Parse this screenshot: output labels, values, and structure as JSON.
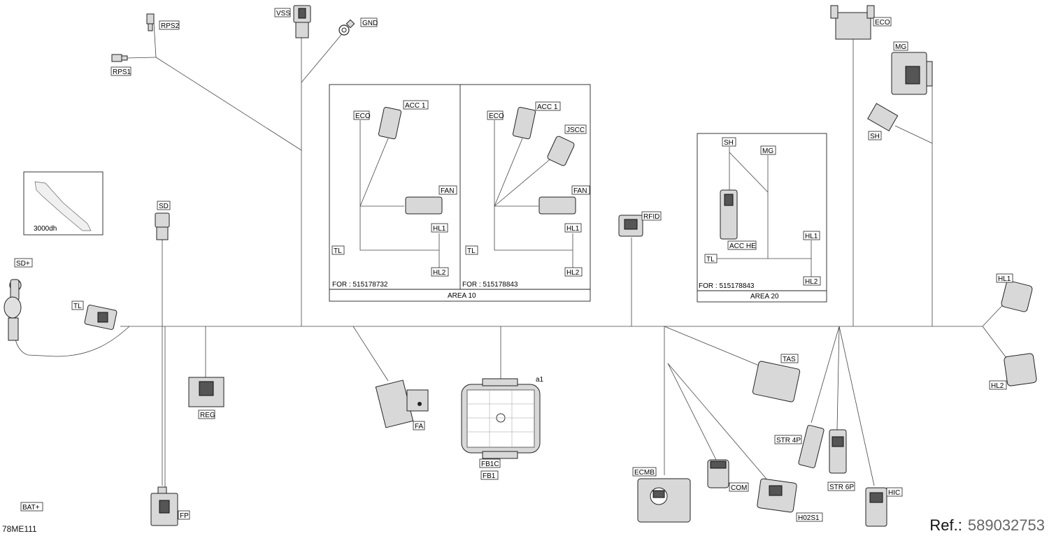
{
  "labels": {
    "rps2": "RPS2",
    "rps1": "RPS1",
    "vss": "VSS",
    "gnd": "GND",
    "eco_top": "ECO",
    "mg_top": "MG",
    "sh_right": "SH",
    "thumb": "3000dh",
    "sd": "SD",
    "sd_plus": "SD+",
    "tl_left": "TL",
    "reg": "REG",
    "bat_plus": "BAT+",
    "fp": "FP",
    "fa": "FA",
    "a1": "a1",
    "fb1c": "FB1C",
    "fb1": "FB1",
    "rfid": "RFID",
    "tas": "TAS",
    "ecmb": "ECMB",
    "com": "COM",
    "h02s1": "H02S1",
    "str4p": "STR 4P",
    "str6p": "STR 6P",
    "hic": "HIC",
    "hl1_right": "HL1",
    "hl2_right": "HL2"
  },
  "area10": {
    "left": {
      "eco": "ECO",
      "acc1": "ACC 1",
      "fan": "FAN",
      "hl1": "HL1",
      "tl": "TL",
      "hl2": "HL2",
      "for_text": "FOR : 515178732"
    },
    "right": {
      "eco": "ECO",
      "acc1": "ACC 1",
      "jscc": "JSCC",
      "fan": "FAN",
      "hl1": "HL1",
      "tl": "TL",
      "hl2": "HL2",
      "for_text": "FOR : 515178843"
    },
    "title": "AREA 10"
  },
  "area20": {
    "sh": "SH",
    "mg": "MG",
    "acc_he": "ACC HE",
    "hl1": "HL1",
    "tl": "TL",
    "hl2": "HL2",
    "for_text": "FOR : 515178843",
    "title": "AREA 20"
  },
  "footer": {
    "code": "78ME111",
    "ref_label": "Ref.:",
    "ref_number": "589032753"
  }
}
